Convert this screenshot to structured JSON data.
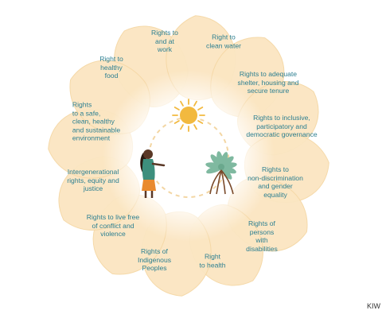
{
  "rights": [
    {
      "label": "Rights to\nand at\nwork"
    },
    {
      "label": "Right to\nclean water"
    },
    {
      "label": "Rights to adequate\nshelter, housing and\nsecure tenure"
    },
    {
      "label": "Rights to inclusive,\nparticipatory and\ndemocratic governance"
    },
    {
      "label": "Rights to\nnon-discrimination\nand gender\nequality"
    },
    {
      "label": "Rights of\npersons\nwith\ndisabilities"
    },
    {
      "label": "Right\nto health"
    },
    {
      "label": "Rights of\nIndigenous\nPeoples"
    },
    {
      "label": "Rights to live free\nof conflict and\nviolence"
    },
    {
      "label": "Intergenerational\nrights, equity and\njustice"
    },
    {
      "label": "Rights\nto a safe,\nclean, healthy\nand sustainable\nenvironment"
    },
    {
      "label": "Right to\nhealthy\nfood"
    }
  ],
  "credit": "KIW",
  "colors": {
    "petal_fill": "#fbe6c2",
    "petal_stroke": "#f5d8a6",
    "text": "#2c7f91",
    "sun": "#f2b93f",
    "dashed_circle": "#f3d6a3",
    "plant": "#7fb9a0",
    "roots": "#7a4a2a",
    "person_skin": "#5a3826",
    "person_shirt": "#3d8f7d",
    "person_skirt": "#e98a2e"
  },
  "icons": [
    "sun-icon",
    "person-icon",
    "mangrove-plant-icon"
  ]
}
